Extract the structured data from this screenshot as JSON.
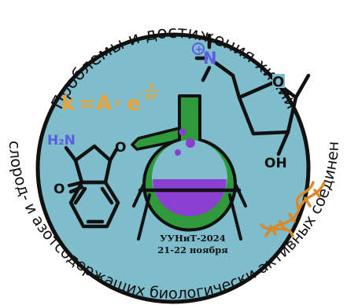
{
  "emblem": {
    "top_text": "Проблемы и достижения химии",
    "bottom_text": "кислород- и азотсодержащих биологически активных соединений",
    "event_name": "УУНиТ-2024",
    "event_dates": "21-22 ноября"
  },
  "formula": {
    "lhs": "k",
    "equals": "=",
    "prefactor": "A",
    "dot": "·",
    "base": "e",
    "exp_sign": "-",
    "exp_num": "E",
    "exp_den": "RT"
  },
  "amine_group": {
    "charge": "+",
    "atom": "N"
  },
  "sugar_ring": {
    "ring_oxygen": "O",
    "hydroxyl": "OH"
  },
  "indanone": {
    "amino": "H₂N",
    "oxo_left": "O",
    "oxo_right": "O"
  },
  "colors": {
    "disc_fill": "#7fbccc",
    "outline": "#111111",
    "formula_orange": "#e8a33a",
    "flask_green": "#2e9a3a",
    "liquid_purple": "#8a3fd0",
    "molecule_blue": "#5c5ce0",
    "dna_orange": "#d9892a"
  },
  "icons": [
    "round-flask-icon",
    "dna-helix-icon"
  ]
}
